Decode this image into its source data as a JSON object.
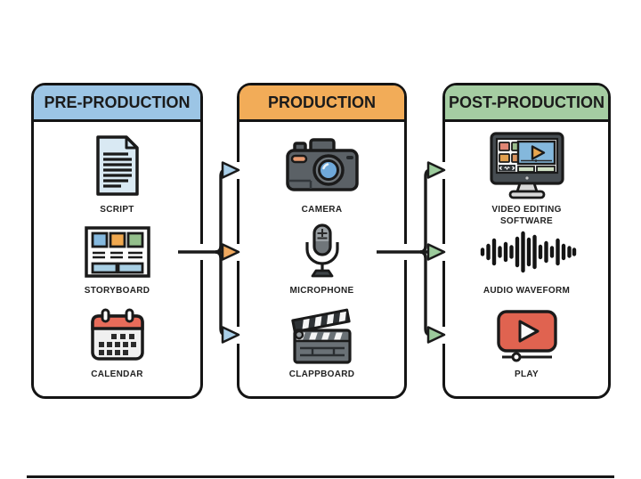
{
  "diagram": {
    "kind": "video-production-workflow",
    "background": "#ffffff",
    "outline_color": "#141414",
    "label_color": "#222222"
  },
  "columns": [
    {
      "title": "PRE-PRODUCTION",
      "header_color": "#9cc5e5",
      "items": [
        {
          "label": "SCRIPT",
          "icon": "script-icon"
        },
        {
          "label": "STORYBOARD",
          "icon": "storyboard-icon"
        },
        {
          "label": "CALENDAR",
          "icon": "calendar-icon"
        }
      ]
    },
    {
      "title": "PRODUCTION",
      "header_color": "#f2ac58",
      "items": [
        {
          "label": "CAMERA",
          "icon": "camera-icon"
        },
        {
          "label": "MICROPHONE",
          "icon": "microphone-icon"
        },
        {
          "label": "CLAPPBOARD",
          "icon": "clappboard-icon"
        }
      ]
    },
    {
      "title": "POST-PRODUCTION",
      "header_color": "#a5cda2",
      "items": [
        {
          "label": "VIDEO EDITING SOFTWARE",
          "icon": "video-editing-software-icon"
        },
        {
          "label": "AUDIO WAVEFORM",
          "icon": "audio-waveform-icon"
        },
        {
          "label": "PLAY",
          "icon": "play-icon"
        }
      ]
    }
  ],
  "connectors": {
    "line_color": "#1a1a1a",
    "left": {
      "arrow_colors": [
        "#a9cfe9",
        "#f0a95f",
        "#a9cfe9"
      ]
    },
    "right": {
      "arrow_colors": [
        "#9ccb9c",
        "#9ccb9c",
        "#9ccb9c"
      ]
    }
  }
}
